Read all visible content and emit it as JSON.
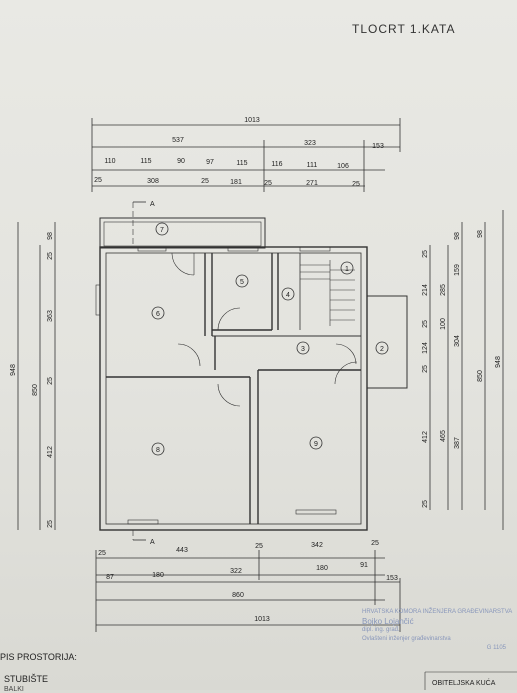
{
  "drawing_title": "TLOCRT 1.KATA",
  "section_marks": {
    "top": "A",
    "bottom": "A"
  },
  "top_dimensions": {
    "overall": "1013",
    "row2": [
      "537",
      "323",
      "153"
    ],
    "row3": [
      "110",
      "115",
      "90",
      "97",
      "115",
      "116",
      "111",
      "106"
    ],
    "row4": [
      "25",
      "308",
      "25",
      "181",
      "25",
      "271",
      "25"
    ]
  },
  "bottom_dimensions": {
    "row1": [
      "25",
      "443",
      "25",
      "342",
      "25"
    ],
    "row2": [
      "87",
      "180",
      "322",
      "180",
      "91"
    ],
    "row2_extra": "153",
    "row3": "860",
    "row4": "1013"
  },
  "left_dimensions": {
    "outer": "948",
    "middle": "850",
    "inner": [
      "98",
      "25",
      "363",
      "25",
      "412",
      "25"
    ]
  },
  "right_dimensions": {
    "col1": [
      "25",
      "214",
      "25",
      "124",
      "25",
      "412",
      "25"
    ],
    "col2": [
      "285",
      "100",
      "465"
    ],
    "col3": [
      "98",
      "159",
      "304",
      "387"
    ],
    "col4": [
      "98",
      "850"
    ],
    "col5": "948"
  },
  "rooms": [
    "1",
    "2",
    "3",
    "4",
    "5",
    "6",
    "7",
    "8",
    "9"
  ],
  "legend": {
    "heading": "PIS PROSTORIJA:",
    "item1": "STUBIŠTE",
    "cut_text": "BALKI"
  },
  "title_block": {
    "label": "OBITELJSKA KUĆA",
    "stamp": [
      "HRVATSKA KOMORA INŽENJERA GRAĐEVINARSTVA",
      "Bojko Lojančić",
      "dipl. ing. građ.",
      "Ovlašteni inženjer građevinarstva",
      "G 1105"
    ]
  }
}
